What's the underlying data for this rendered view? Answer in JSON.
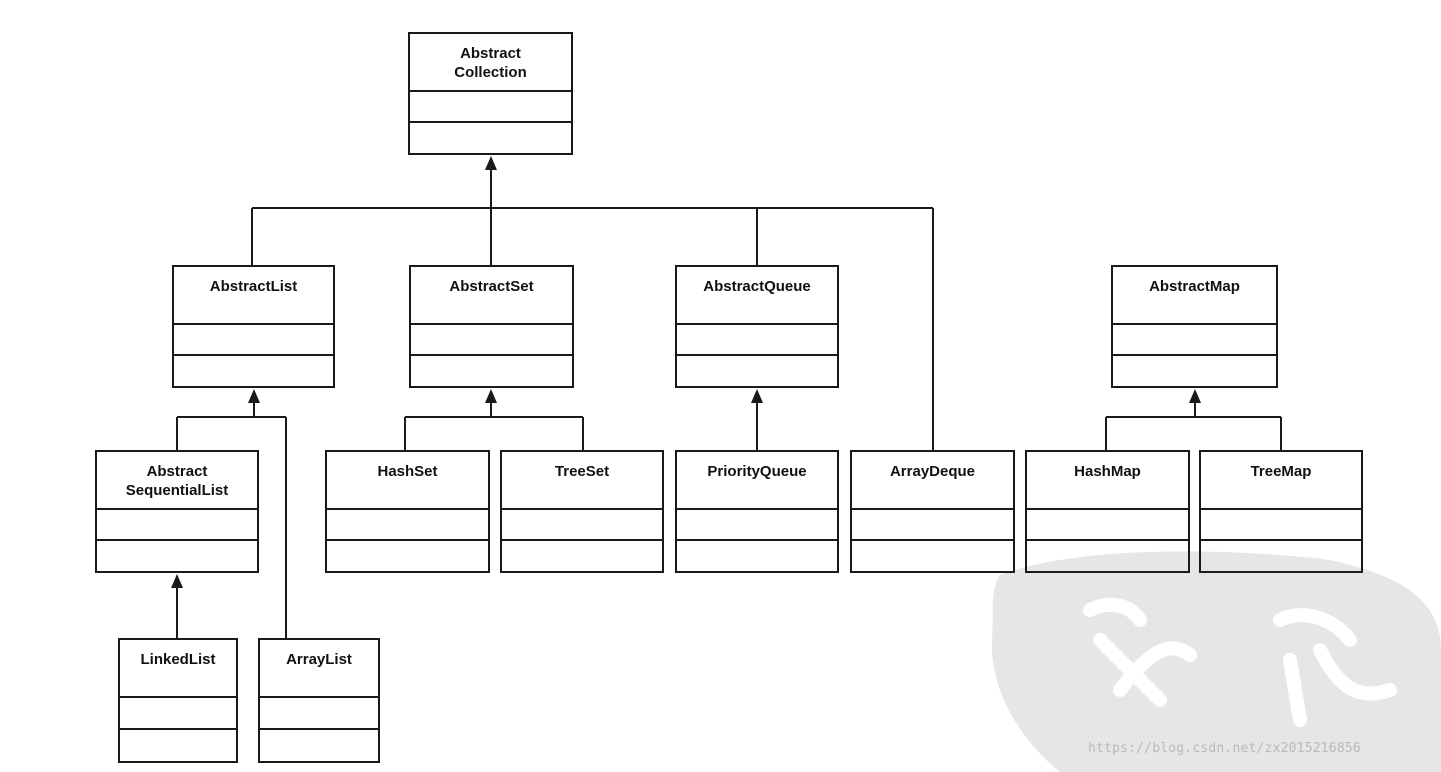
{
  "diagram": {
    "classes": [
      {
        "id": "abstract-collection",
        "name": "Abstract\nCollection"
      },
      {
        "id": "abstract-list",
        "name": "AbstractList"
      },
      {
        "id": "abstract-set",
        "name": "AbstractSet"
      },
      {
        "id": "abstract-queue",
        "name": "AbstractQueue"
      },
      {
        "id": "abstract-map",
        "name": "AbstractMap"
      },
      {
        "id": "abstract-sequential-list",
        "name": "Abstract\nSequentialList"
      },
      {
        "id": "hash-set",
        "name": "HashSet"
      },
      {
        "id": "tree-set",
        "name": "TreeSet"
      },
      {
        "id": "priority-queue",
        "name": "PriorityQueue"
      },
      {
        "id": "array-deque",
        "name": "ArrayDeque"
      },
      {
        "id": "hash-map",
        "name": "HashMap"
      },
      {
        "id": "tree-map",
        "name": "TreeMap"
      },
      {
        "id": "linked-list",
        "name": "LinkedList"
      },
      {
        "id": "array-list",
        "name": "ArrayList"
      }
    ],
    "inheritance": [
      {
        "child": "abstract-list",
        "parent": "abstract-collection"
      },
      {
        "child": "abstract-set",
        "parent": "abstract-collection"
      },
      {
        "child": "abstract-queue",
        "parent": "abstract-collection"
      },
      {
        "child": "array-deque",
        "parent": "abstract-collection"
      },
      {
        "child": "abstract-sequential-list",
        "parent": "abstract-list"
      },
      {
        "child": "array-list",
        "parent": "abstract-list"
      },
      {
        "child": "linked-list",
        "parent": "abstract-sequential-list"
      },
      {
        "child": "hash-set",
        "parent": "abstract-set"
      },
      {
        "child": "tree-set",
        "parent": "abstract-set"
      },
      {
        "child": "priority-queue",
        "parent": "abstract-queue"
      },
      {
        "child": "hash-map",
        "parent": "abstract-map"
      },
      {
        "child": "tree-map",
        "parent": "abstract-map"
      }
    ]
  },
  "watermark": {
    "url": "https://blog.csdn.net/zx2015216856"
  }
}
